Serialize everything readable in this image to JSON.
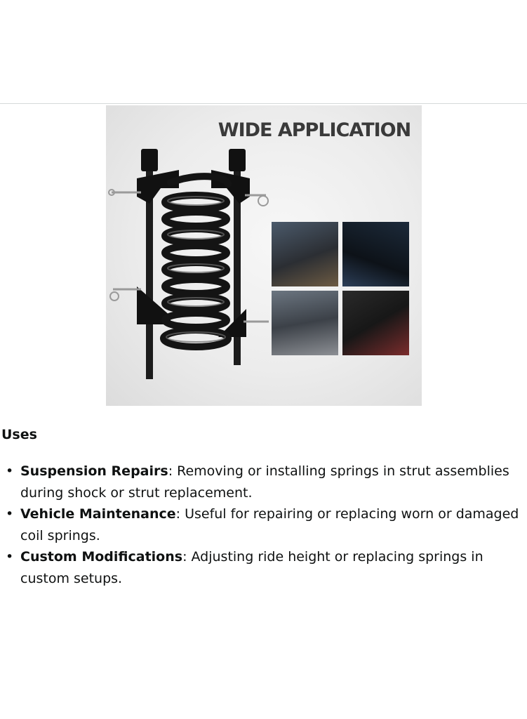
{
  "image": {
    "heading": "WIDE APPLICATION",
    "photos": [
      "mechanic-engine-bay",
      "suspension-work",
      "mechanic-workshop",
      "engine-closeup"
    ]
  },
  "uses": {
    "title": "Uses",
    "items": [
      {
        "bold": "Suspension Repairs",
        "text": ": Removing or installing springs in strut assemblies during shock or strut replacement."
      },
      {
        "bold": "Vehicle Maintenance",
        "text": ": Useful for repairing or replacing worn or damaged coil springs."
      },
      {
        "bold": "Custom Modifications",
        "text": ": Adjusting ride height or replacing springs in custom setups."
      }
    ]
  },
  "colors": {
    "text": "#0f1111",
    "divider": "#d5d9d9",
    "heading": "#3a3a3a"
  }
}
